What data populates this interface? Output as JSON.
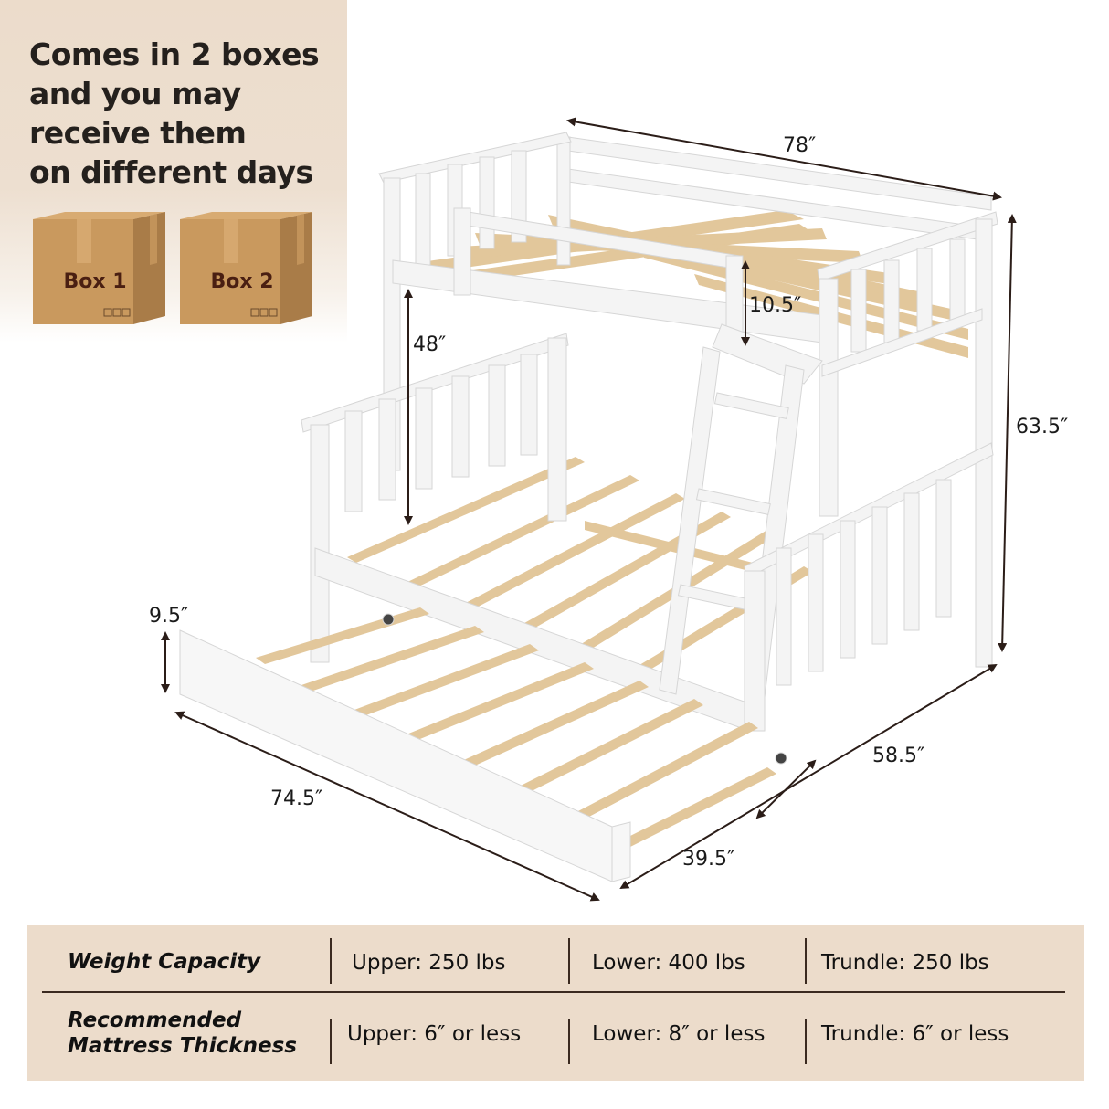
{
  "promo": {
    "headline_lines": [
      "Comes in 2 boxes",
      "and you may",
      "receive them",
      "on different days"
    ],
    "boxes": [
      {
        "label": "Box 1",
        "color": "#c9995e"
      },
      {
        "label": "Box 2",
        "color": "#c9995e"
      }
    ],
    "background": "#ecdccb"
  },
  "dimensions": {
    "length_top": "78″",
    "total_height": "63.5″",
    "guardrail_height": "10.5″",
    "clearance": "48″",
    "trundle_height": "9.5″",
    "trundle_length": "74.5″",
    "trundle_width": "39.5″",
    "bed_width": "58.5″"
  },
  "specs": {
    "background": "#ecdccb",
    "rows": [
      {
        "label_lines": [
          "Weight Capacity"
        ],
        "cells": [
          "Upper: 250 lbs",
          "Lower: 400 lbs",
          "Trundle: 250 lbs"
        ]
      },
      {
        "label_lines": [
          "Recommended",
          "Mattress Thickness"
        ],
        "cells": [
          "Upper: 6″ or less",
          "Lower: 8″ or less",
          "Trundle: 6″ or less"
        ]
      }
    ]
  },
  "colors": {
    "frame": "#f4f4f4",
    "frame_edge": "#d6d6d6",
    "slat": "#e2c79b",
    "arrow": "#2b1d18"
  }
}
